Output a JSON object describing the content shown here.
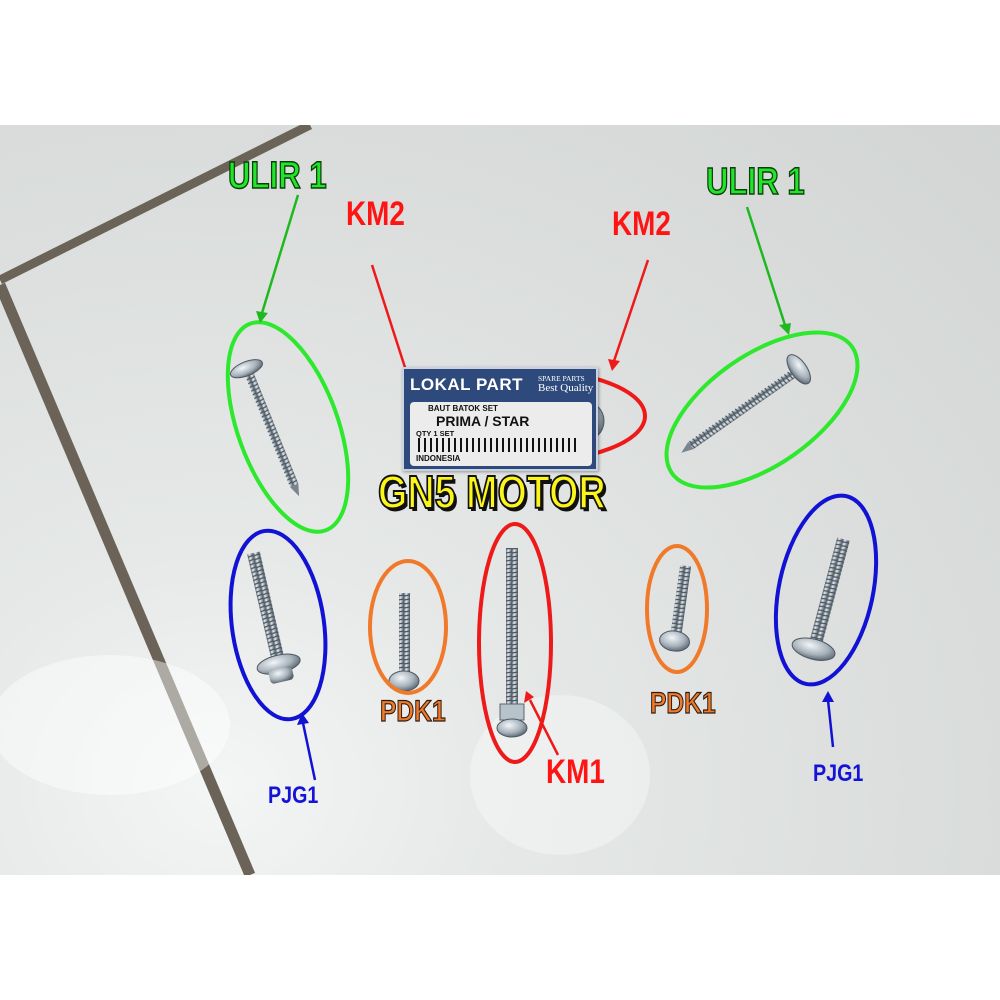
{
  "title": "GN5 MOTOR",
  "product_tag": {
    "brand": "LOKAL PART",
    "tagline_top": "SPARE PARTS",
    "tagline_bottom": "Best Quality",
    "product_type": "BAUT BATOK SET",
    "model": "PRIMA / STAR",
    "quantity": "QTY 1 SET",
    "origin": "INDONESIA"
  },
  "annotations": {
    "ulir_left": {
      "label": "ULIR 1",
      "color": "#22e52a"
    },
    "ulir_right": {
      "label": "ULIR 1",
      "color": "#22e52a"
    },
    "km2_left": {
      "label": "KM2",
      "color": "#ff1414"
    },
    "km2_right": {
      "label": "KM2",
      "color": "#ff1414"
    },
    "km1": {
      "label": "KM1",
      "color": "#ff1414"
    },
    "pdk1_left": {
      "label": "PDK1",
      "color": "#f07a2a"
    },
    "pdk1_right": {
      "label": "PDK1",
      "color": "#f07a2a"
    },
    "pjg1_left": {
      "label": "PJG1",
      "color": "#1414d8"
    },
    "pjg1_right": {
      "label": "PJG1",
      "color": "#1414d8"
    }
  },
  "colors": {
    "title_fill": "#fbf51a",
    "tag_background": "#2e4a7c",
    "tile_grout": "#6b6358",
    "tile_surface": "#dcdfde"
  }
}
